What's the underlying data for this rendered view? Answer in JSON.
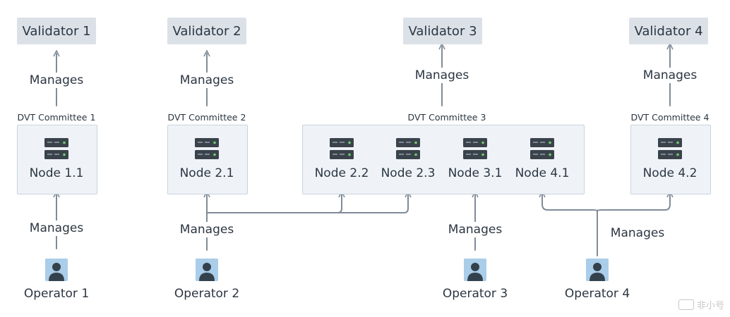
{
  "validators": [
    "Validator 1",
    "Validator 2",
    "Validator 3",
    "Validator 4"
  ],
  "committees": [
    "DVT Committee 1",
    "DVT Committee 2",
    "DVT Committee 3",
    "DVT Committee 4"
  ],
  "nodes": [
    "Node 1.1",
    "Node 2.1",
    "Node 2.2",
    "Node 2.3",
    "Node 3.1",
    "Node 4.1",
    "Node 4.2"
  ],
  "manages_label": "Manages",
  "operators": [
    "Operator 1",
    "Operator 2",
    "Operator 3",
    "Operator 4"
  ],
  "icons": {
    "node": "server-icon",
    "operator": "user-icon"
  },
  "colors": {
    "line": "#7f8c99",
    "validator_fill": "#dbe1e7",
    "committee_fill": "#eff3f7",
    "avatar_fill": "#aacde9"
  },
  "watermark": "非小号"
}
